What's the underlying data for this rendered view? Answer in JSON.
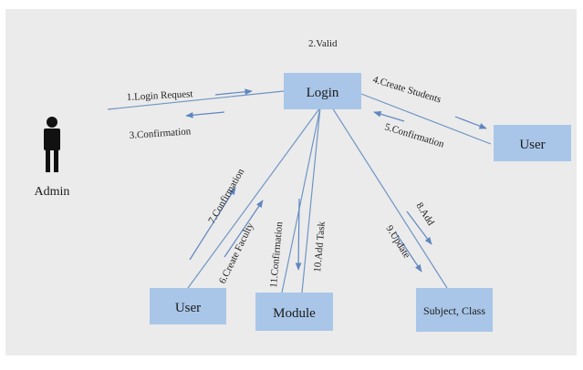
{
  "actor": {
    "name": "Admin",
    "icon": "person-icon"
  },
  "nodes": {
    "login": "Login",
    "user_right": "User",
    "user_bottom": "User",
    "module": "Module",
    "subject_class": "Subject, Class"
  },
  "messages": {
    "valid": "2.Valid",
    "login_request": "1.Login Request",
    "confirmation_3": "3.Confirmation",
    "create_students": "4.Create Students",
    "confirmation_5": "5.Confirmation",
    "create_faculty": "6.Create Faculty",
    "confirmation_7": "7.Confirmation",
    "add_8": "8.Add",
    "update_9": "9.Update",
    "add_task_10": "10.Add Task",
    "confirmation_11": "11.Confirmation"
  },
  "colors": {
    "node_fill": "#a9c6e8",
    "link": "#6f95c4",
    "background": "#ebebeb"
  }
}
